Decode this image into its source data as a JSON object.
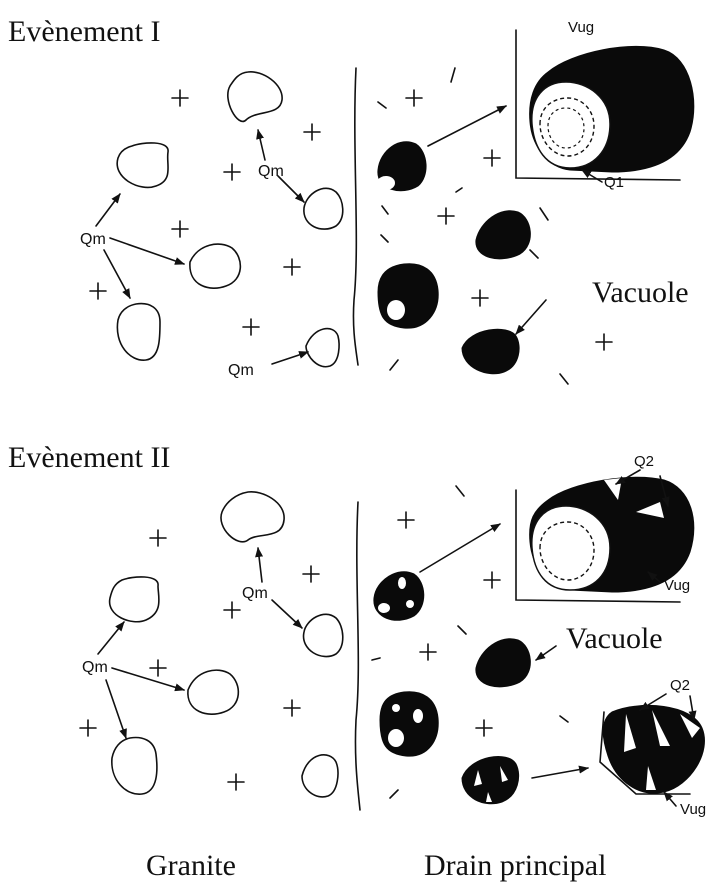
{
  "events": [
    {
      "title": "Evènement I",
      "labels": {
        "qm_left": "Qm",
        "qm_top": "Qm",
        "qm_bottom": "Qm",
        "vug": "Vug",
        "q1": "Q1",
        "vacuole": "Vacuole"
      }
    },
    {
      "title": "Evènement II",
      "labels": {
        "qm_left": "Qm",
        "qm_top": "Qm",
        "q2_top": "Q2",
        "vug_top": "Vug",
        "vacuole": "Vacuole",
        "q2_bottom": "Q2",
        "vug_bottom": "Vug"
      }
    }
  ],
  "footer": {
    "granite": "Granite",
    "drain": "Drain principal"
  }
}
